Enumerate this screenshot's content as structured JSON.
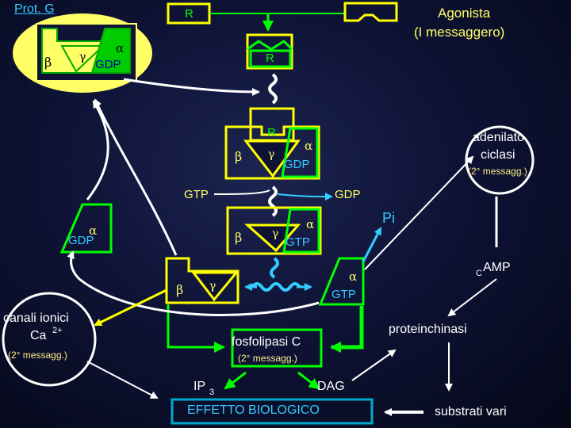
{
  "header": {
    "prot_g_link": "Prot. G",
    "agonist_line1": "Agonista",
    "agonist_line2": "(I messaggero)"
  },
  "receptor": {
    "label": "R"
  },
  "subunits": {
    "alpha": "α",
    "beta": "β",
    "gamma": "γ"
  },
  "nucleotides": {
    "gdp": "GDP",
    "gtp": "GTP",
    "pi": "Pi"
  },
  "adenylate_cyclase": {
    "line1": "adenilato",
    "line2": "ciclasi",
    "line3": "(2° messagg.)"
  },
  "camp": {
    "prefix": "C",
    "main": "AMP"
  },
  "ion_channels": {
    "line1": "canali ionici",
    "line2": "Ca",
    "superscript": "2+",
    "line3": "(2° messagg.)"
  },
  "phospholipase": {
    "line1": "fosfolipasi C",
    "line2": "(2° messagg.)"
  },
  "products": {
    "ip3_main": "IP",
    "ip3_sub": "3",
    "dag": "DAG"
  },
  "effect": {
    "label": "EFFETTO BIOLOGICO"
  },
  "kinase": {
    "label": "proteinchinasi"
  },
  "substrates": {
    "label": "substrati vari"
  },
  "colors": {
    "green": "#00dd00",
    "yellow": "#ffff00",
    "cyan": "#33ccff",
    "white": "#ffffff",
    "background": "#0e1336",
    "oval_fill": "#ffff66",
    "effect_box": "#00aacc"
  }
}
